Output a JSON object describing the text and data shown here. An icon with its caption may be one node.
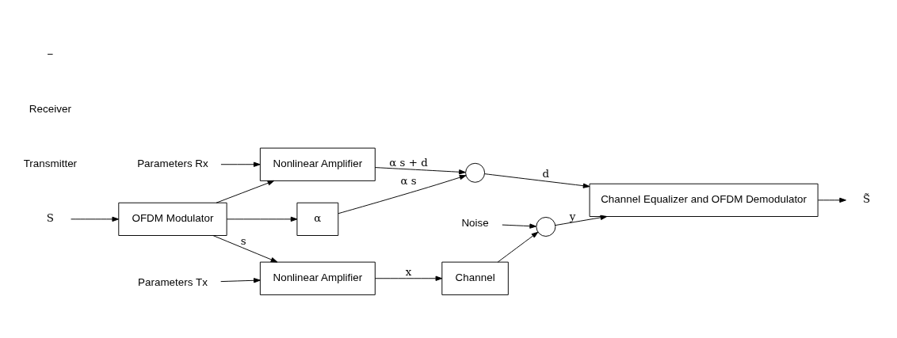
{
  "diagram": {
    "nodes": [
      {
        "text": [
          "S"
        ]
      },
      {
        "text": [
          "OFDM Modulator"
        ]
      },
      {
        "text": [
          "Nonlinear Amplifier"
        ]
      },
      {
        "text": [
          "Channel"
        ]
      },
      {
        "text": [
          "Noise"
        ]
      },
      {
        "text": [],
        "shape": "circle"
      },
      {
        "text": [
          "Channel Equalizer and OFDM Demodulator"
        ]
      },
      {
        "text": [
          "S̃"
        ]
      },
      {
        "text": [
          "Parameters Tx"
        ]
      },
      {
        "text": [
          "α"
        ]
      },
      {
        "text": [],
        "shape": "circle"
      },
      {
        "text": [
          "Nonlinear Amplifier"
        ]
      },
      {
        "text": [
          "Parameters Rx"
        ]
      }
    ],
    "edges": [
      {
        "from": 0,
        "to": 1,
        "arrow": "to"
      },
      {
        "from": 1,
        "to": 2,
        "arrow": "to",
        "label": "s"
      },
      {
        "from": 2,
        "to": 3,
        "arrow": "to",
        "label": "x"
      },
      {
        "from": 3,
        "to": 5,
        "arrow": "to"
      },
      {
        "from": 4,
        "to": 5,
        "arrow": "to"
      },
      {
        "from": 5,
        "to": 6,
        "arrow": "to",
        "label": "y"
      },
      {
        "from": 6,
        "to": 7,
        "arrow": "to"
      },
      {
        "from": 8,
        "to": 2,
        "arrow": "to"
      },
      {
        "from": 1,
        "to": 9,
        "arrow": "to"
      },
      {
        "from": 1,
        "to": 11,
        "arrow": "to"
      },
      {
        "from": 9,
        "to": 10,
        "arrow": "to",
        "label": "α s"
      },
      {
        "from": 11,
        "to": 10,
        "arrow": "to",
        "label": "α s + d"
      },
      {
        "from": 10,
        "to": 6,
        "arrow": "to",
        "label": "d"
      },
      {
        "from": 12,
        "to": 11,
        "arrow": "to"
      }
    ],
    "labels": [
      "Transmitter",
      "Receiver",
      "−"
    ]
  }
}
